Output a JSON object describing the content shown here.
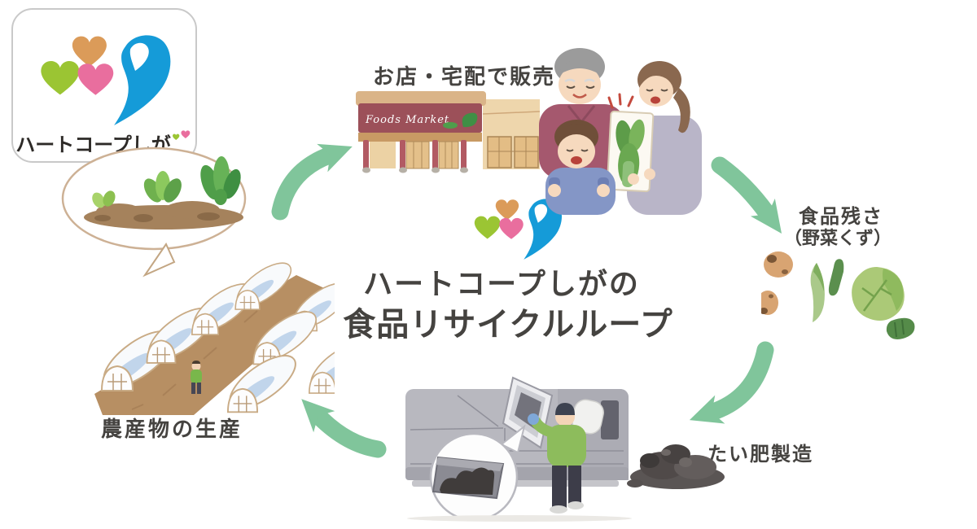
{
  "logo": {
    "name": "ハートコープしが"
  },
  "center": {
    "title_line1": "ハートコープしがの",
    "title_line2": "食品リサイクルループ"
  },
  "stages": {
    "sales": {
      "label": "お店・宅配で販売"
    },
    "residue": {
      "label": "食品残さ",
      "sublabel": "（野菜くず）"
    },
    "compost": {
      "label": "たい肥製造"
    },
    "farming": {
      "label": "農産物の生産"
    }
  },
  "store": {
    "sign_text": "Foods Market"
  },
  "icons": {
    "logo_mark": "three-hearts-with-blue-swoosh",
    "arrows": "green-watercolor-curved-loop-arrows",
    "stage_illustrations": [
      "store-front-with-family",
      "vegetable-scraps",
      "compost-pile-and-machine",
      "greenhouses-with-sprout-bubble"
    ]
  },
  "colors": {
    "heart_orange": "#DB9B59",
    "heart_green": "#9BC533",
    "heart_pink": "#E96E9E",
    "swoosh_blue": "#159BD8",
    "arrow_green": "#7AC296",
    "text_dark": "#454340",
    "sign_red": "#9C5059"
  }
}
